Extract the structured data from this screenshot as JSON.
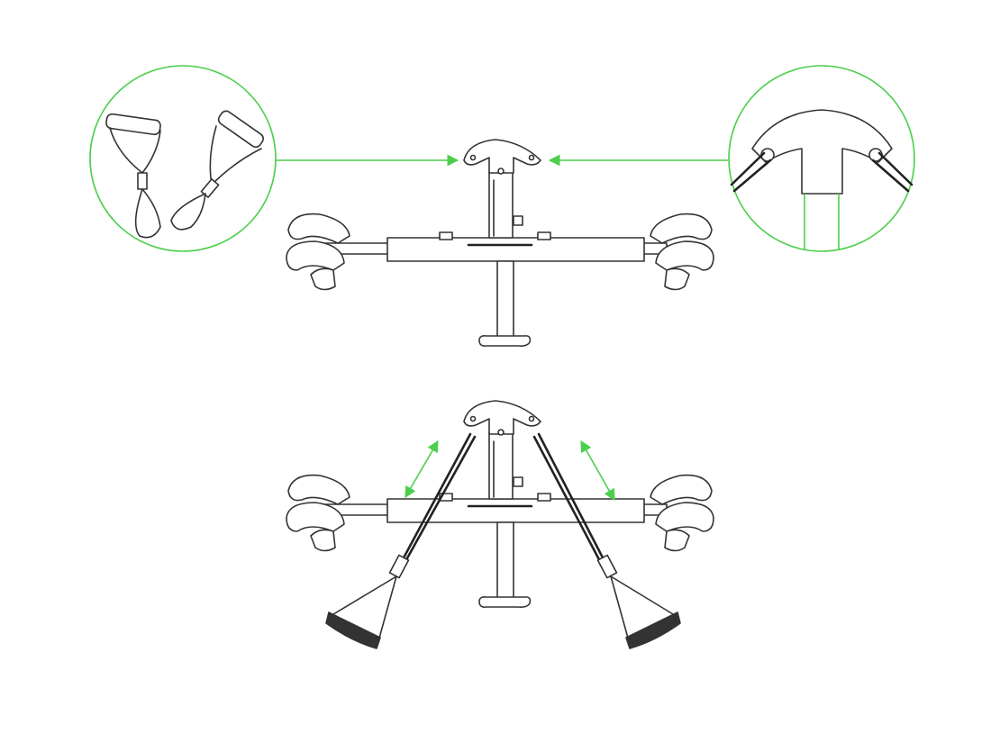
{
  "colors": {
    "accent": "#4ccf4c",
    "line": "#333333",
    "background": "#ffffff"
  },
  "figures": [
    {
      "id": "device-top",
      "callouts": [
        "handles-detail",
        "anchor-detail"
      ]
    },
    {
      "id": "device-bottom",
      "attachments": [
        "band-left",
        "band-right"
      ],
      "motion_arrows": 2
    }
  ]
}
